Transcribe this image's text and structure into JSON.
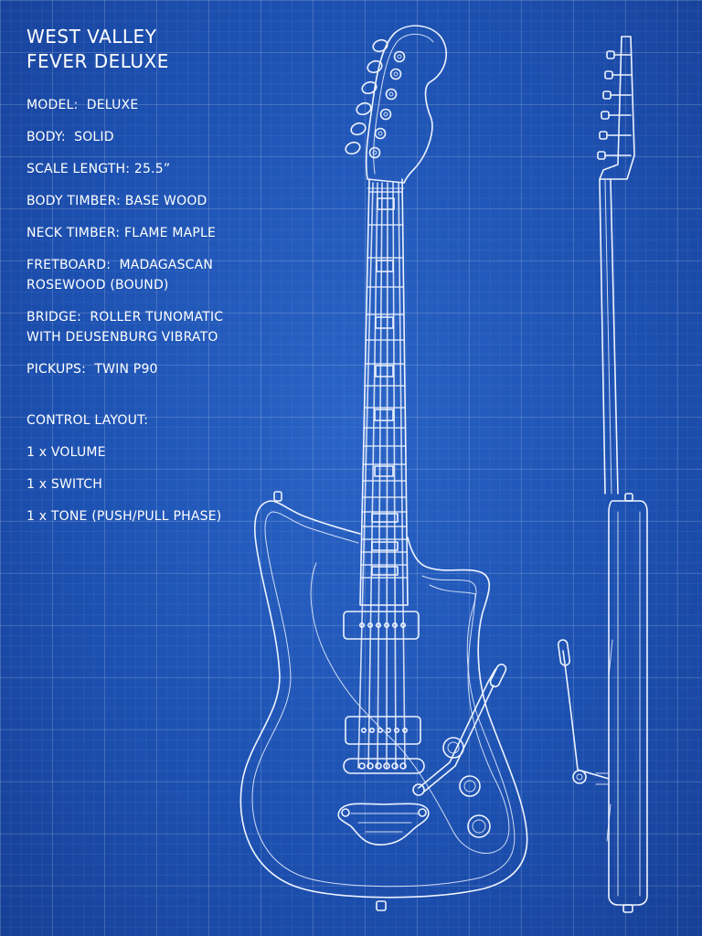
{
  "title_line1": "WEST VALLEY",
  "title_line2": "FEVER DELUXE",
  "specs": [
    {
      "label": "MODEL:",
      "value": "DELUXE"
    },
    {
      "label": "BODY:",
      "value": "SOLID"
    },
    {
      "label": "SCALE LENGTH:",
      "value": "25.5”"
    },
    {
      "label": "BODY TIMBER:",
      "value": "BASE WOOD"
    },
    {
      "label": "NECK TIMBER:",
      "value": "FLAME MAPLE"
    },
    {
      "label": "FRETBOARD:",
      "value": "MADAGASCAN",
      "value2": "ROSEWOOD (BOUND)"
    },
    {
      "label": "BRIDGE:",
      "value": "ROLLER TUNOMATIC",
      "value2": "WITH DEUSENBURG VIBRATO"
    },
    {
      "label": "PICKUPS:",
      "value": "TWIN P90"
    }
  ],
  "controls_heading": "CONTROL LAYOUT:",
  "controls": [
    "1 x VOLUME",
    "1 x SWITCH",
    "1 x TONE (PUSH/PULL PHASE)"
  ],
  "colors": {
    "background": "#1e56b8",
    "linework": "#eef3ff"
  }
}
